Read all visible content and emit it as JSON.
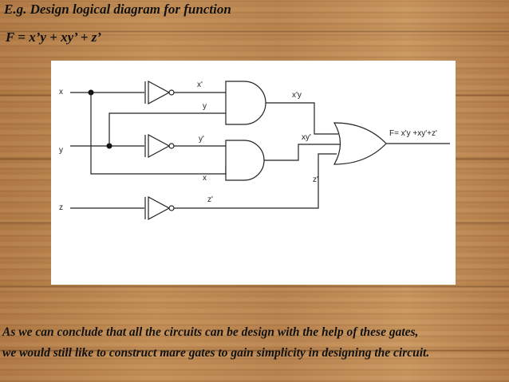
{
  "slide": {
    "heading": "E.g. Design logical diagram for function",
    "formula": "F = x’y + xy’ + z’",
    "conclusion_line1": "As we can conclude that all the circuits can be design with the help of these gates,",
    "conclusion_line2": "we would still like to construct mare gates to gain simplicity in designing the circuit."
  },
  "diagram": {
    "inputs": {
      "x": "x",
      "y": "y",
      "z": "z"
    },
    "labels": {
      "x_not": "x'",
      "y_to_and1": "y",
      "y_not": "y'",
      "x_to_and2": "x",
      "z_not": "z'",
      "and1_out": "x'y",
      "and2_out": "xy'",
      "z_to_or": "z'",
      "output": "F= x'y +xy'+z'"
    },
    "gates": [
      {
        "type": "NOT",
        "input": "x",
        "output": "x'"
      },
      {
        "type": "NOT",
        "input": "y",
        "output": "y'"
      },
      {
        "type": "NOT",
        "input": "z",
        "output": "z'"
      },
      {
        "type": "AND",
        "inputs": [
          "x'",
          "y"
        ],
        "output": "x'y"
      },
      {
        "type": "AND",
        "inputs": [
          "y'",
          "x"
        ],
        "output": "xy'"
      },
      {
        "type": "OR",
        "inputs": [
          "x'y",
          "xy'",
          "z'"
        ],
        "output": "F"
      }
    ]
  },
  "colors": {
    "background": "#b8844f",
    "panel": "#ffffff",
    "text": "#111111",
    "wire": "#222222"
  }
}
